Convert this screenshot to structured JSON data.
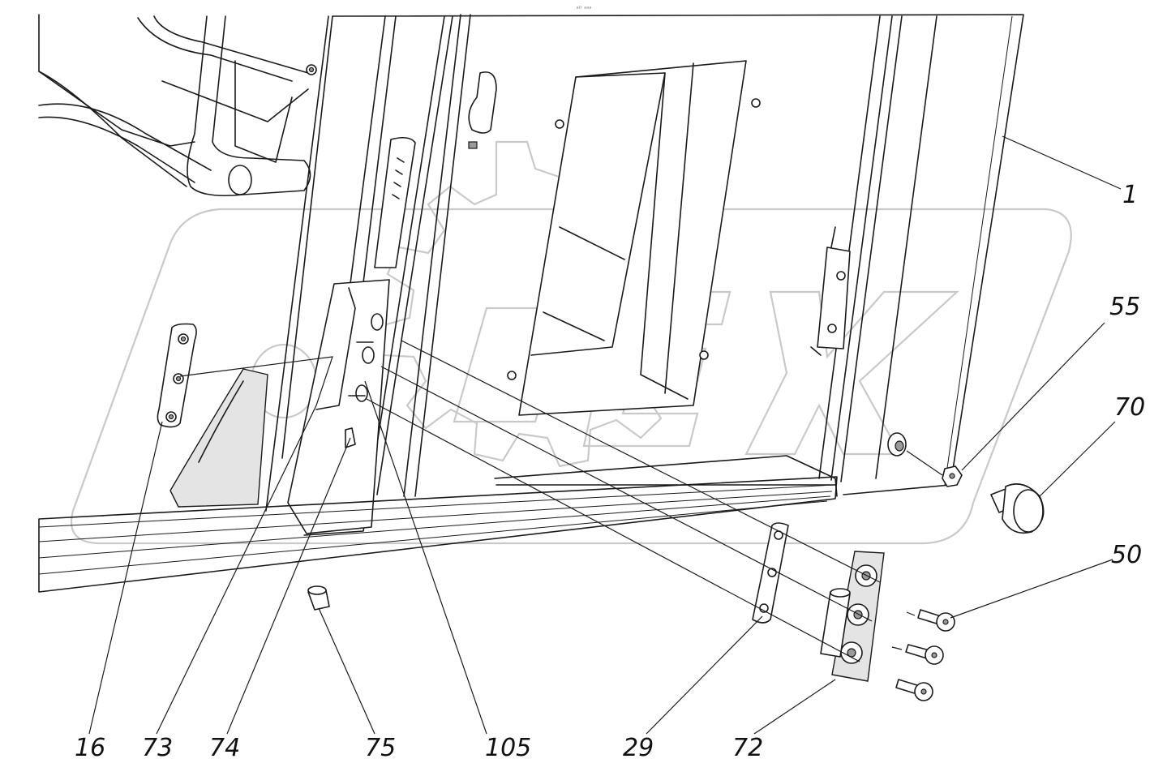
{
  "header_mark": "ᵃᴰ ᵃᵃᵃ",
  "callouts": [
    {
      "id": "1",
      "label": "1"
    },
    {
      "id": "55",
      "label": "55"
    },
    {
      "id": "70",
      "label": "70"
    },
    {
      "id": "50",
      "label": "50"
    },
    {
      "id": "16",
      "label": "16"
    },
    {
      "id": "73",
      "label": "73"
    },
    {
      "id": "74",
      "label": "74"
    },
    {
      "id": "75",
      "label": "75"
    },
    {
      "id": "105",
      "label": "105"
    },
    {
      "id": "29",
      "label": "29"
    },
    {
      "id": "72",
      "label": "72"
    }
  ]
}
